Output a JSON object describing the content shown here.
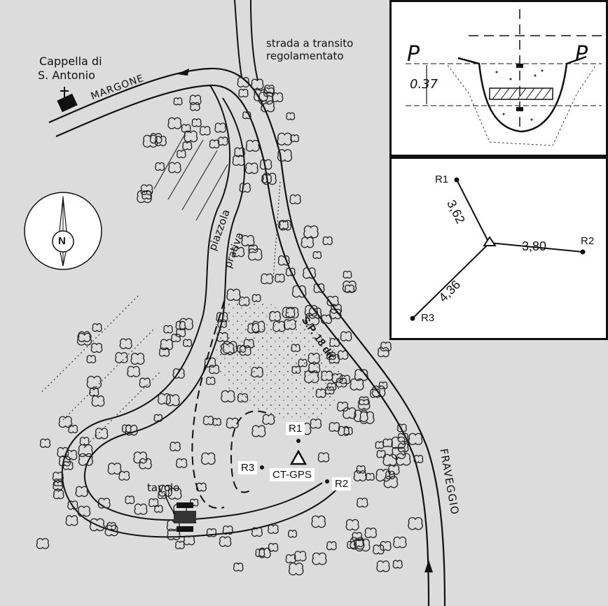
{
  "map": {
    "labels": {
      "cappella_line1": "Cappella di",
      "cappella_line2": "S. Antonio",
      "strada_line1": "strada a transito",
      "strada_line2": "regolamentato",
      "margone": "MARGONE",
      "piazzola": "piazzola",
      "prativa": "prativa",
      "sp18": "S.P. 18 dir",
      "faveggio": "FRAVEGGIO",
      "tavolo": "tavolo"
    },
    "compass": {
      "letter": "N"
    },
    "points": {
      "r1": "R1",
      "r2": "R2",
      "r3": "R3",
      "station": "CT-GPS"
    }
  },
  "section_panel": {
    "left_marker": "P",
    "right_marker": "P",
    "depth": "0.37"
  },
  "ref_panel": {
    "points": [
      "R1",
      "R2",
      "R3"
    ],
    "distances": {
      "r1": "3,62",
      "r2": "3,80",
      "r3": "4,36"
    }
  },
  "colors": {
    "background": "#dcdcdc",
    "ink": "#111111",
    "panel_bg": "#ffffff"
  }
}
